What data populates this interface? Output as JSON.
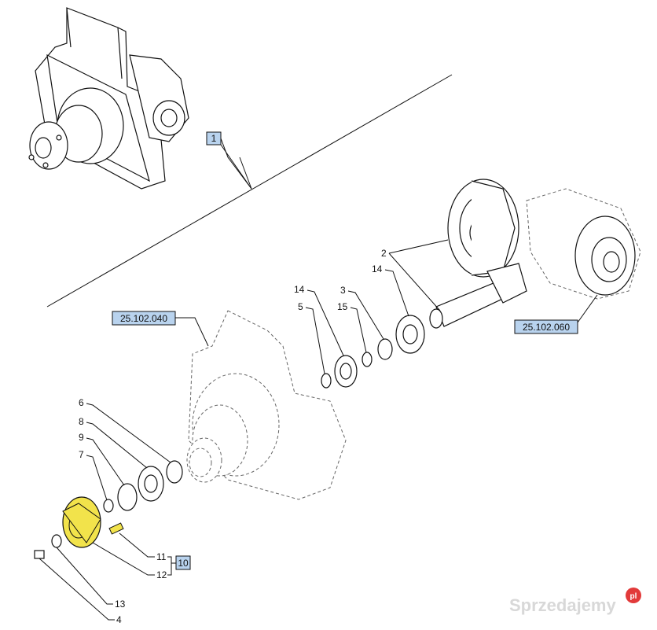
{
  "ref_boxes": {
    "assembly": "1",
    "housing": "25.102.040",
    "differential": "25.102.060",
    "flange_group": "10"
  },
  "labels": {
    "pinion_gear": "2",
    "bearing_a": "3",
    "bolt": "4",
    "bearing_b": "5",
    "nut": "6",
    "oring": "7",
    "bearing_c": "8",
    "seal": "9",
    "flange_stud": "11",
    "flange": "12",
    "washer": "13",
    "shim_a": "14",
    "shim_b": "14",
    "spacer": "15"
  },
  "watermark": "Sprzedajemy",
  "watermark_badge": "pl",
  "colors": {
    "ref_box_fill": "#b9d3ee",
    "flange_highlight": "#f2e34b"
  }
}
